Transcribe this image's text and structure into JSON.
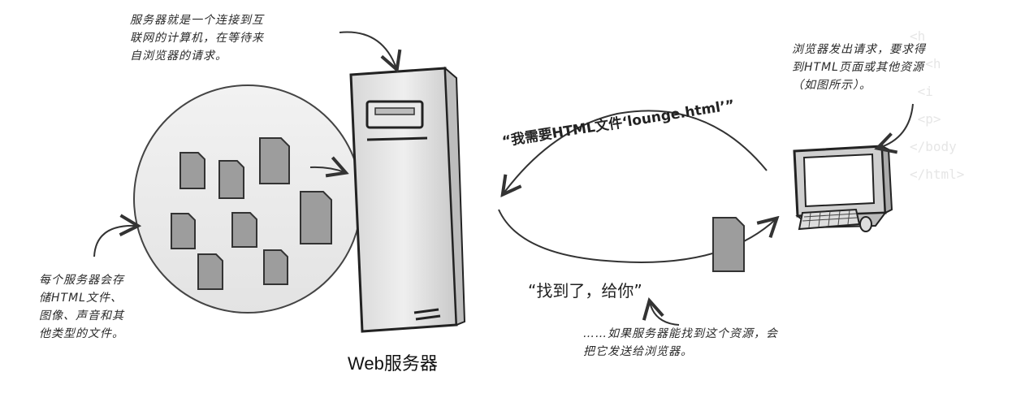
{
  "notes": {
    "server_desc": "服务器就是一个连接到互\n联网的计算机，在等待来\n自浏览器的请求。",
    "browser_desc": "浏览器发出请求，要求得\n到HTML页面或其他资源\n（如图所示）。",
    "files_desc": "每个服务器会存\n储HTML文件、\n图像、声音和其\n他类型的文件。",
    "send_desc": "……如果服务器能找到这个资源，会\n把它发送给浏览器。"
  },
  "speech": {
    "request": "“我需要HTML文件‘lounge.html’”",
    "response": "“找到了，给你”"
  },
  "server_label": "Web服务器"
}
